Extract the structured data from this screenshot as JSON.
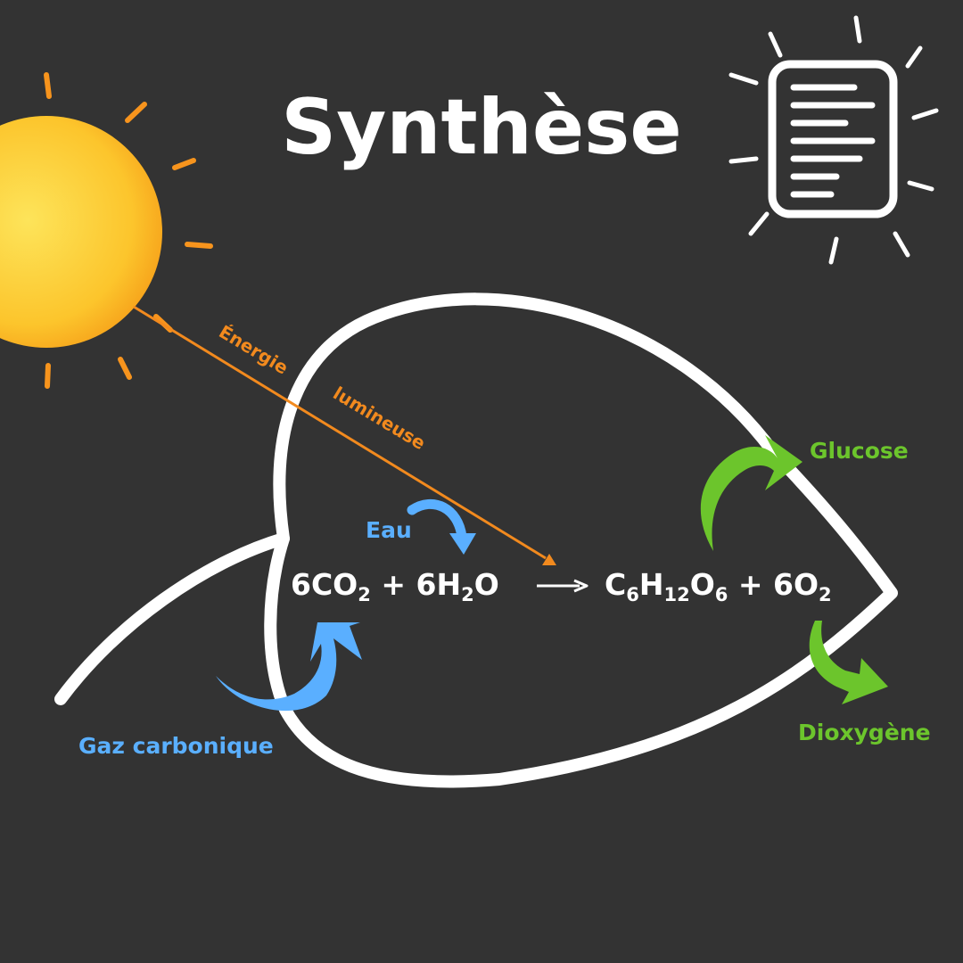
{
  "title": "Synthèse",
  "equation": {
    "reactants": [
      "6CO",
      "2",
      " + 6H",
      "2",
      "O"
    ],
    "products": [
      "C",
      "6",
      "H",
      "12",
      "O",
      "6",
      " + 6O",
      "2"
    ]
  },
  "labels": {
    "energy_line1": "Énergie",
    "energy_line2": "lumineuse",
    "water": "Eau",
    "carbon_dioxide": "Gaz carbonique",
    "glucose": "Glucose",
    "oxygen": "Dioxygène"
  },
  "icons": [
    "sun-icon",
    "document-icon",
    "leaf-outline"
  ],
  "colors": {
    "background": "#333333",
    "sun": "#fbb21e",
    "energy": "#f28a1e",
    "inputs": "#5aafff",
    "outputs": "#6cc52c",
    "text": "#ffffff"
  }
}
